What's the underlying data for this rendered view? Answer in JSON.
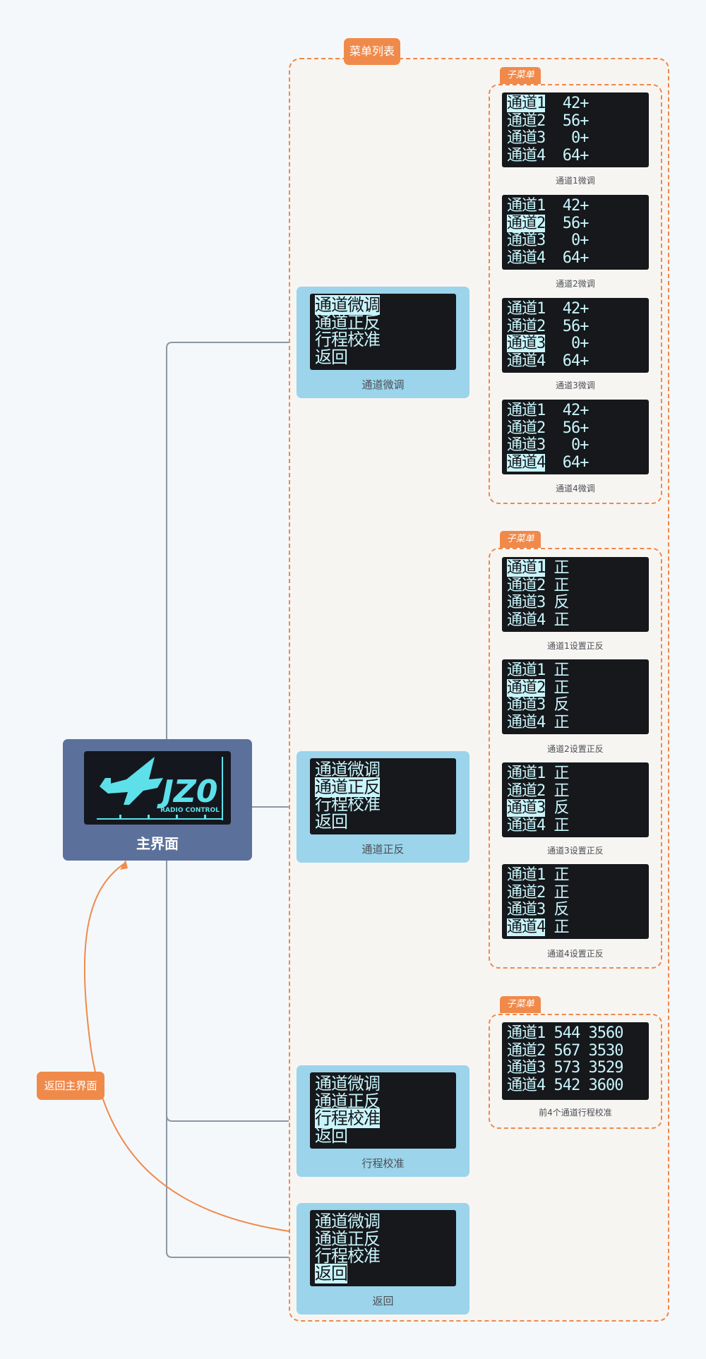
{
  "menu_list_label": "菜单列表",
  "submenu_label": "子菜单",
  "return_label": "返回主界面",
  "main": {
    "label": "主界面",
    "logo_text": "JZ0",
    "logo_sub": "RADIO CONTROL"
  },
  "menu_items": [
    "通道微调",
    "通道正反",
    "行程校准",
    "返回"
  ],
  "nodes": [
    {
      "label": "通道微调",
      "selected": 0
    },
    {
      "label": "通道正反",
      "selected": 1
    },
    {
      "label": "行程校准",
      "selected": 2
    },
    {
      "label": "返回",
      "selected": 3
    }
  ],
  "trim": {
    "channels": [
      "通道1",
      "通道2",
      "通道3",
      "通道4"
    ],
    "values": [
      "42+",
      "56+",
      "0+",
      "64+"
    ],
    "captions": [
      "通道1微调",
      "通道2微调",
      "通道3微调",
      "通道4微调"
    ]
  },
  "reverse": {
    "channels": [
      "通道1",
      "通道2",
      "通道3",
      "通道4"
    ],
    "values": [
      "正",
      "正",
      "反",
      "正"
    ],
    "captions": [
      "通道1设置正反",
      "通道2设置正反",
      "通道3设置正反",
      "通道4设置正反"
    ]
  },
  "calibration": {
    "channels": [
      "通道1",
      "通道2",
      "通道3",
      "通道4"
    ],
    "min": [
      "544",
      "567",
      "573",
      "542"
    ],
    "max": [
      "3560",
      "3530",
      "3529",
      "3600"
    ],
    "caption": "前4个通道行程校准"
  },
  "colors": {
    "accent": "#f08a4b",
    "node_bg": "#9bd4eb",
    "main_bg": "#5b719b",
    "oled_text": "#c8f5fb"
  }
}
